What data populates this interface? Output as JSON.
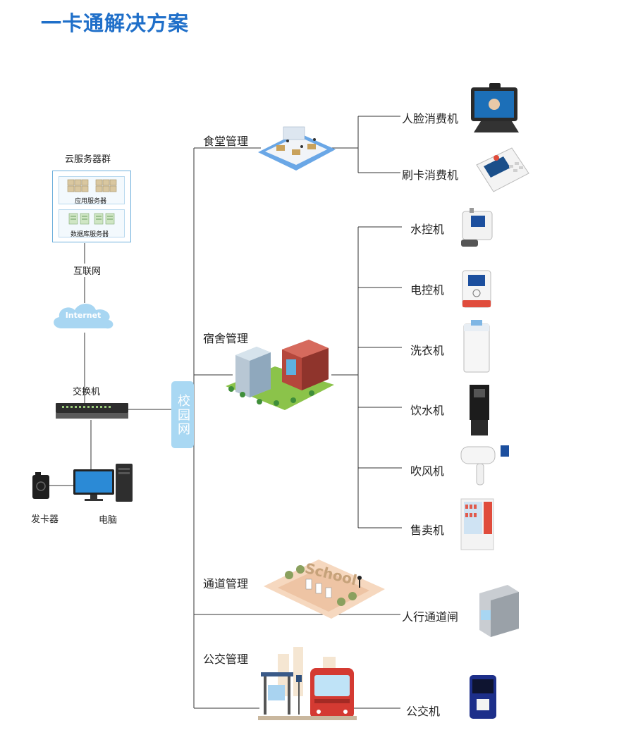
{
  "title": "一卡通解决方案",
  "left_chain": {
    "cloud_servers": "云服务器群",
    "app_servers": "应用服务器",
    "db_servers": "数据库服务器",
    "internet_label": "互联网",
    "internet_cloud": "Internet",
    "switch": "交换机",
    "card_issuer": "发卡器",
    "computer": "电脑"
  },
  "hub": "校园网",
  "branches": {
    "canteen": "食堂管理",
    "dorm": "宿舍管理",
    "passage": "通道管理",
    "bus": "公交管理",
    "school_sign": "School"
  },
  "devices": {
    "face_pay": "人脸消费机",
    "card_pay": "刷卡消费机",
    "water": "水控机",
    "power": "电控机",
    "washer": "洗衣机",
    "drinking": "饮水机",
    "dryer": "吹风机",
    "vending": "售卖机",
    "gate": "人行通道闸",
    "bus_terminal": "公交机"
  },
  "colors": {
    "title": "#1f6fc9",
    "hub": "#a9d8f3",
    "line": "#333333"
  }
}
